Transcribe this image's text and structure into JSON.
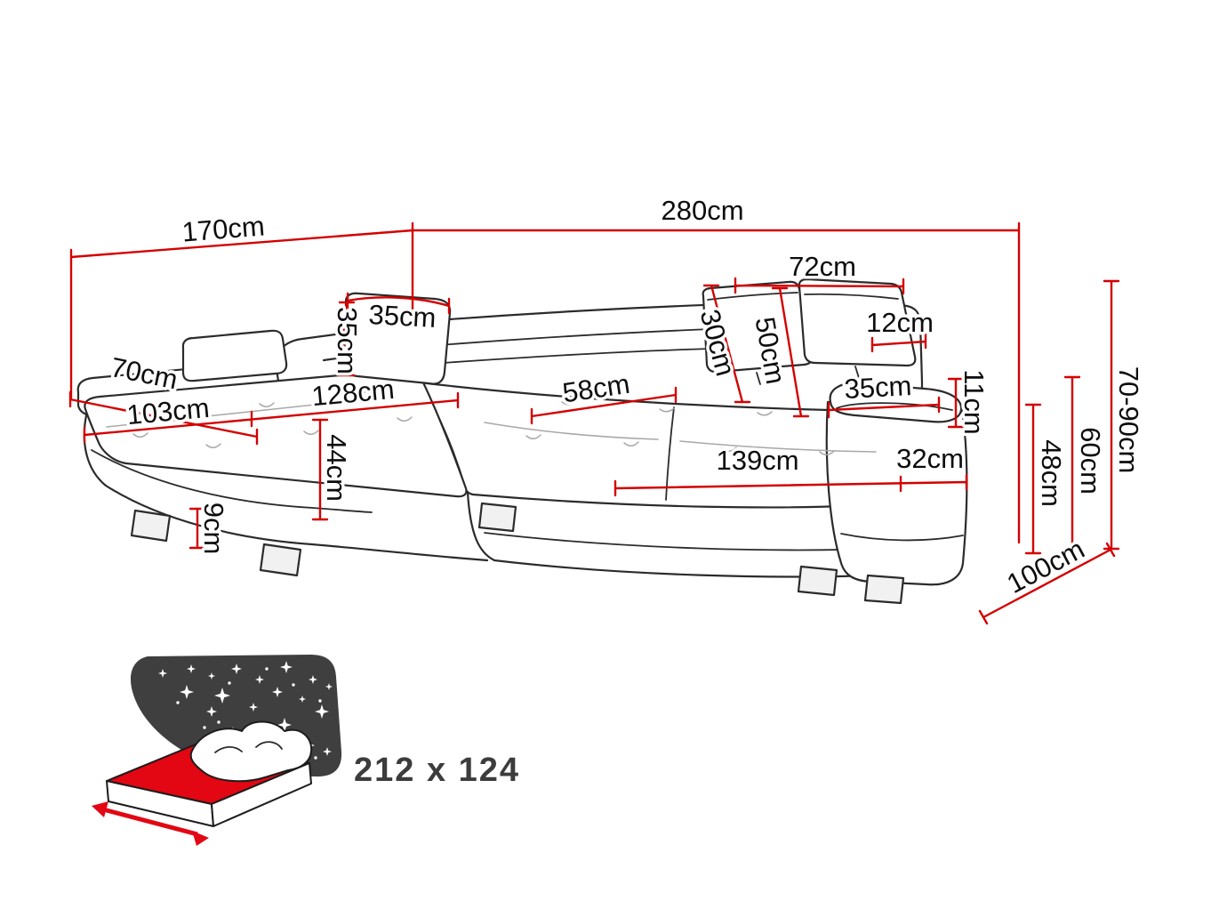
{
  "diagram": {
    "unit": "cm",
    "colors": {
      "dimension_line": "#d40000",
      "outline": "#2b2b2b",
      "icon_dark": "#3f3f3f",
      "icon_red": "#e30613"
    },
    "dimensions": {
      "back_left_width": "170cm",
      "back_right_width": "280cm",
      "headrest_width": "72cm",
      "headrest_thickness": "12cm",
      "pillow_width": "35cm",
      "pillow_height": "35cm",
      "chaise_end_width": "70cm",
      "chaise_seat_length": "103cm",
      "corner_seat_length": "128cm",
      "seat_depth": "58cm",
      "headrest_min_height": "30cm",
      "headrest_max_height": "50cm",
      "armrest_cushion_length": "35cm",
      "armrest_cushion_thickness": "11cm",
      "seat_width": "139cm",
      "armrest_width": "32cm",
      "seat_height": "44cm",
      "leg_height": "9cm",
      "seat_floor_height": "48cm",
      "armrest_height": "60cm",
      "overall_height_range": "70-90cm",
      "overall_depth": "100cm"
    },
    "sleeping_area": {
      "size_label": "212 x 124"
    }
  }
}
